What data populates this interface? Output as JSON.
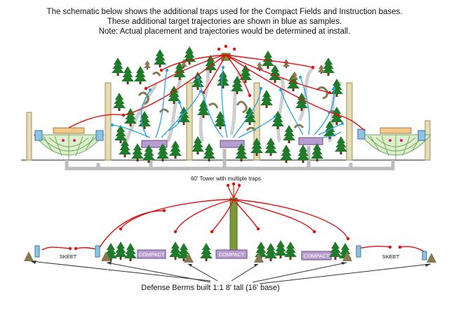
{
  "header": {
    "line1": "The schematic below shows the additional traps used for the Compact Fields and Instruction bases.",
    "line2": "These additional target trajectories are shown in blue as samples.",
    "line3": "Note: Actual placement and trajectories would be determined at install."
  },
  "plan": {
    "tower_label": "60' Tower with multiple traps",
    "skeet_left": "SKEET",
    "skeet_right": "SKEET",
    "compact_left": "COMPACT",
    "compact_center": "COMPACT",
    "compact_right": "COMPACT",
    "berms_label": "Defense Berms built 1:1 8' tall (16' base)"
  },
  "colors": {
    "target_path": "#dd1111",
    "sample_trajectory": "#2aa3e0",
    "tower": "#7a9a3a",
    "compact_box": "#b89ccf",
    "berm": "#8a7a52",
    "tree": "#1f7a2a",
    "skeet_house": "#8ec3e6"
  }
}
